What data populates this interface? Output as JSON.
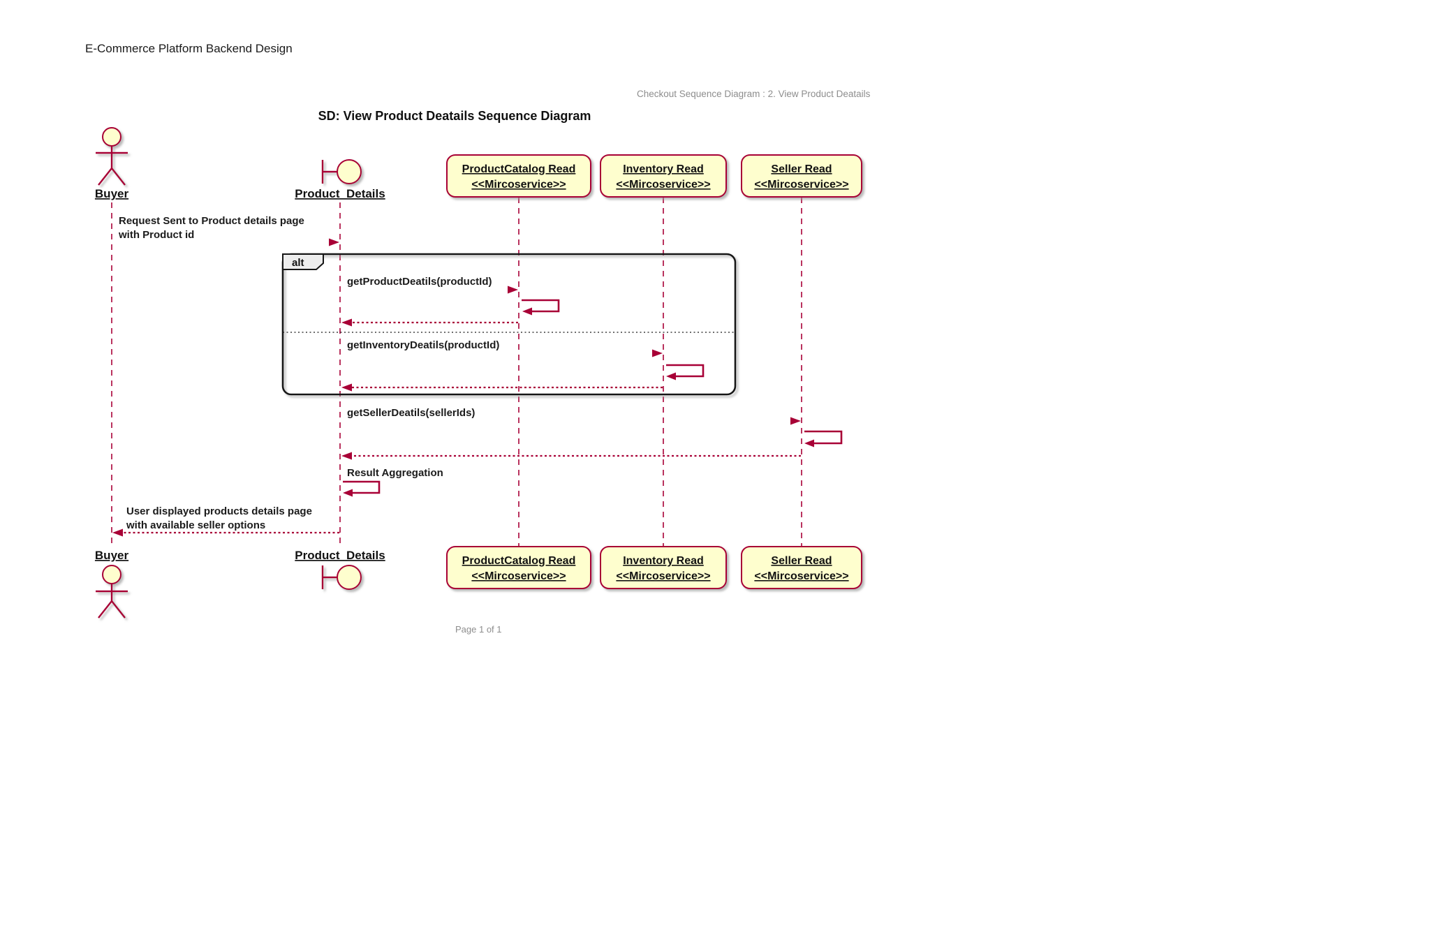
{
  "page": {
    "title": "E-Commerce Platform Backend Design",
    "header": "Checkout Sequence Diagram : 2. View Product Deatails",
    "footer": "Page 1 of 1"
  },
  "diagram": {
    "title": "SD: View Product Deatails Sequence Diagram",
    "frame": {
      "operator": "alt"
    },
    "participants": {
      "buyer": {
        "label": "Buyer",
        "type": "actor"
      },
      "product_details": {
        "label": "Product_Details",
        "type": "boundary"
      },
      "product_catalog": {
        "name": "ProductCatalog Read",
        "stereotype": "<<Mircoservice>>",
        "type": "microservice"
      },
      "inventory": {
        "name": "Inventory Read",
        "stereotype": "<<Mircoservice>>",
        "type": "microservice"
      },
      "seller": {
        "name": "Seller Read",
        "stereotype": "<<Mircoservice>>",
        "type": "microservice"
      }
    },
    "messages": {
      "request": {
        "line1": "Request Sent to Product details page",
        "line2": "with Product id",
        "from": "Buyer",
        "to": "Product_Details",
        "style": "solid"
      },
      "get_product": {
        "label": "getProductDeatils(productId)",
        "from": "Product_Details",
        "to": "ProductCatalog Read",
        "style": "solid"
      },
      "get_inventory": {
        "label": "getInventoryDeatils(productId)",
        "from": "Product_Details",
        "to": "Inventory Read",
        "style": "solid"
      },
      "get_seller": {
        "label": "getSellerDeatils(sellerIds)",
        "from": "Product_Details",
        "to": "Seller Read",
        "style": "solid"
      },
      "result_aggregation": {
        "label": "Result Aggregation",
        "from": "Product_Details",
        "to": "Product_Details",
        "style": "self"
      },
      "response": {
        "line1": "User displayed products details page",
        "line2": "with available seller options",
        "from": "Product_Details",
        "to": "Buyer",
        "style": "dotted"
      }
    },
    "colors": {
      "accent": "#A80036",
      "shape_fill": "#FEFECE",
      "frame_border": "#161616",
      "frame_tab_fill": "#EDEDED",
      "muted_text": "#8D8D8D"
    }
  }
}
